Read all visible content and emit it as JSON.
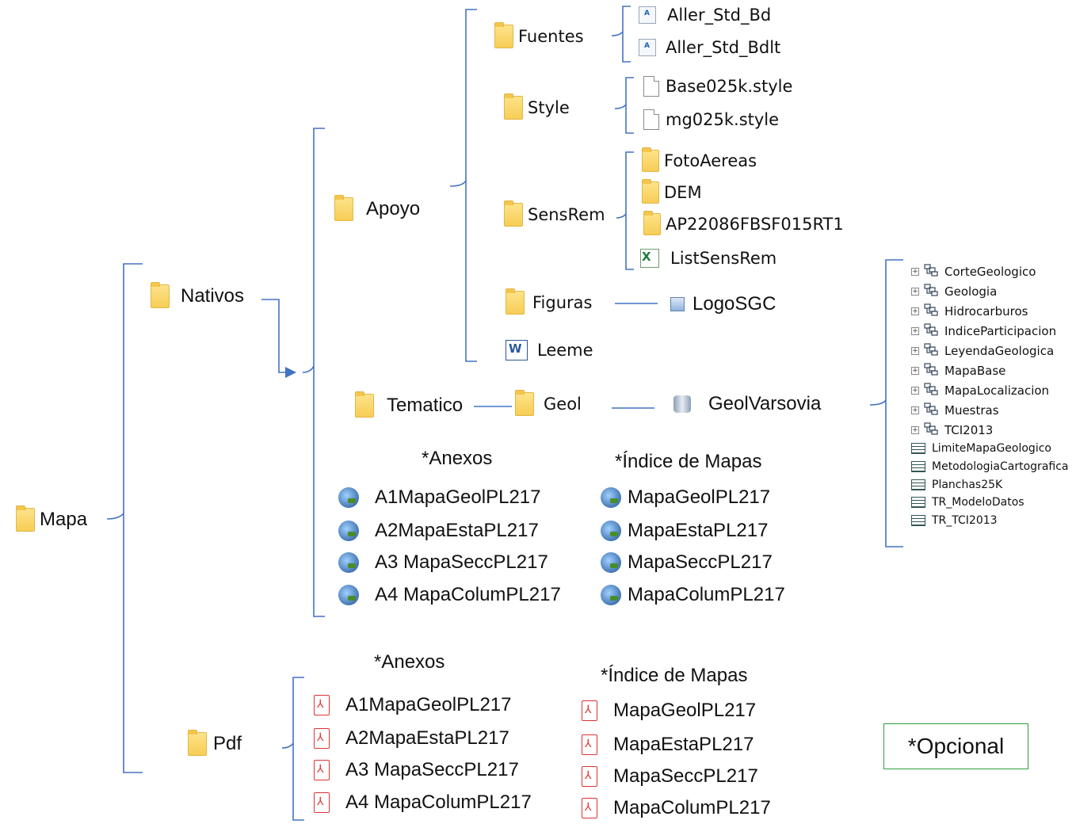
{
  "root": {
    "label": "Mapa"
  },
  "nativos": {
    "label": "Nativos"
  },
  "apoyo": {
    "label": "Apoyo"
  },
  "fuentes": {
    "label": "Fuentes",
    "files": [
      "Aller_Std_Bd",
      "Aller_Std_Bdlt"
    ]
  },
  "style": {
    "label": "Style",
    "files": [
      "Base025k.style",
      "mg025k.style"
    ]
  },
  "sensrem": {
    "label": "SensRem",
    "folders": [
      "FotoAereas",
      "DEM",
      "AP22086FBSF015RT1"
    ],
    "file": "ListSensRem"
  },
  "figuras": {
    "label": "Figuras",
    "file": "LogoSGC"
  },
  "leeme": {
    "label": "Leeme"
  },
  "tematico": {
    "label": "Tematico"
  },
  "geol": {
    "label": "Geol",
    "database": "GeolVarsovia"
  },
  "gdb_contents": {
    "datasets": [
      "CorteGeologico",
      "Geologia",
      "Hidrocarburos",
      "IndiceParticipacion",
      "LeyendaGeologica",
      "MapaBase",
      "MapaLocalizacion",
      "Muestras",
      "TCI2013"
    ],
    "tables": [
      "LimiteMapaGeologico",
      "MetodologiaCartografica",
      "Planchas25K",
      "TR_ModeloDatos",
      "TR_TCI2013"
    ]
  },
  "nativos_anexos": {
    "heading": "*Anexos",
    "items": [
      "A1MapaGeolPL217",
      "A2MapaEstaPL217",
      "A3 MapaSeccPL217",
      "A4 MapaColumPL217"
    ]
  },
  "nativos_indice": {
    "heading": "*Índice de Mapas",
    "items": [
      "MapaGeolPL217",
      "MapaEstaPL217",
      "MapaSeccPL217",
      "MapaColumPL217"
    ]
  },
  "pdf": {
    "label": "Pdf"
  },
  "pdf_anexos": {
    "heading": "*Anexos",
    "items": [
      "A1MapaGeolPL217",
      "A2MapaEstaPL217",
      "A3 MapaSeccPL217",
      "A4 MapaColumPL217"
    ]
  },
  "pdf_indice": {
    "heading": "*Índice de Mapas",
    "items": [
      "MapaGeolPL217",
      "MapaEstaPL217",
      "MapaSeccPL217",
      "MapaColumPL217"
    ]
  },
  "optional_note": "*Opcional",
  "colors": {
    "bracket": "#4472c4",
    "legend_border": "#2e9e3e",
    "folder": "#f7cd55"
  },
  "icons": {
    "folder": "folder-icon",
    "font": "font-file-icon",
    "style": "blank-file-icon",
    "excel": "excel-icon",
    "image": "image-icon",
    "word": "word-icon",
    "database": "database-icon",
    "qgis": "qgis-project-icon",
    "pdf": "pdf-icon",
    "feature_dataset": "feature-dataset-icon",
    "table": "table-icon"
  }
}
